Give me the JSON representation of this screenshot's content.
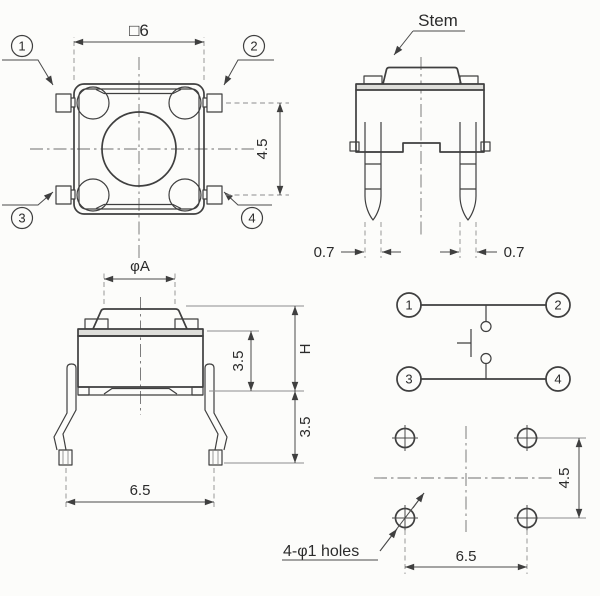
{
  "meta": {
    "background_color": "#fcfcfa",
    "line_color": "#3f3f3f"
  },
  "top_view": {
    "dim_width": "□6",
    "dim_pin_pitch": "4.5",
    "callouts": {
      "c1": "1",
      "c2": "2",
      "c3": "3",
      "c4": "4"
    }
  },
  "side_view": {
    "stem_label": "Stem",
    "dim_pin_width_left": "0.7",
    "dim_pin_width_right": "0.7"
  },
  "front_view": {
    "dim_stem_diameter": "φA",
    "dim_body_height": "3.5",
    "dim_total_height": "H",
    "dim_lead_height": "3.5",
    "dim_lead_span": "6.5"
  },
  "circuit": {
    "pins": {
      "p1": "1",
      "p2": "2",
      "p3": "3",
      "p4": "4"
    }
  },
  "pcb_layout": {
    "holes_label": "4-φ1 holes",
    "dim_hole_pitch_x": "6.5",
    "dim_hole_pitch_y": "4.5"
  }
}
